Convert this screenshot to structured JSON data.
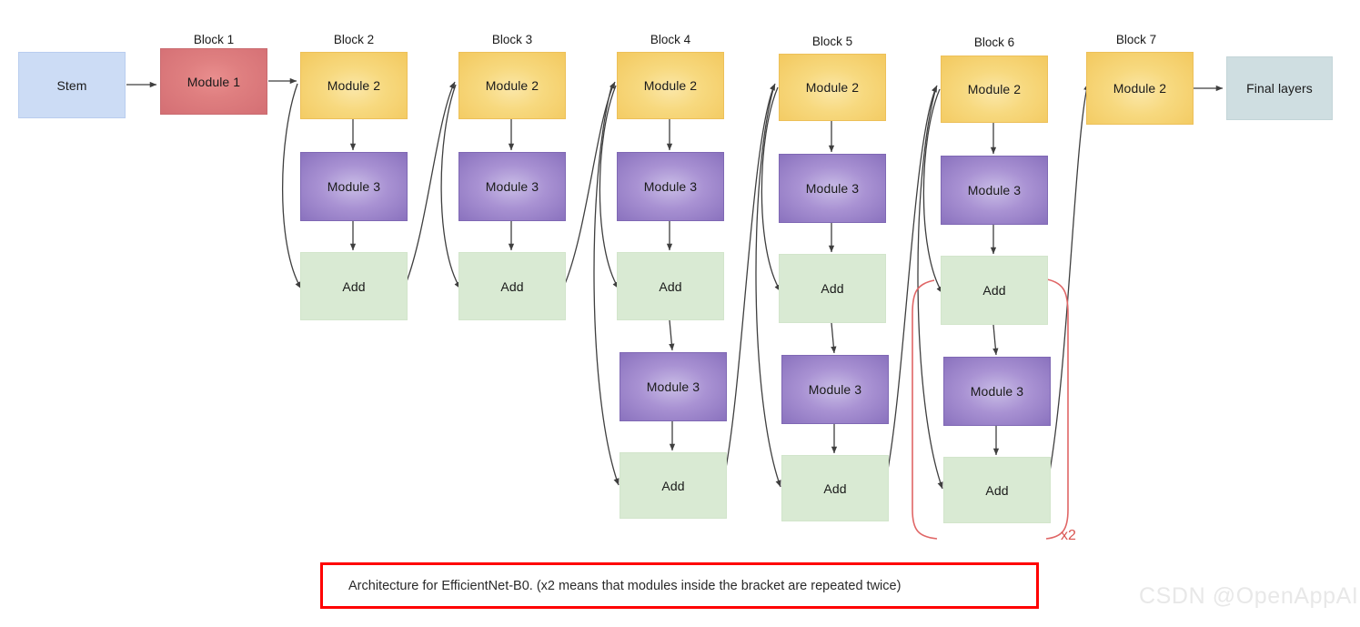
{
  "diagram": {
    "title": "EfficientNet-B0 architecture diagram",
    "caption": "Architecture for EfficientNet-B0. (x2 means that modules inside the bracket are repeated twice)",
    "repeat_label": "x2",
    "watermark": "CSDN @OpenAppAI",
    "colors": {
      "stem": "#ccdcf5",
      "module1": "#df7f80",
      "module2": "#f7d97f",
      "module3": "#a992d3",
      "add": "#d9ead3",
      "final": "#cfdee1",
      "bracket": "#e06666",
      "caption_border": "#ff0000",
      "edge": "#3f3f3f"
    },
    "entry": {
      "label": "Stem"
    },
    "exit": {
      "label": "Final layers"
    },
    "block_labels": [
      "Block 1",
      "Block 2",
      "Block 3",
      "Block 4",
      "Block 5",
      "Block 6",
      "Block 7"
    ],
    "node_labels": {
      "module1": "Module 1",
      "module2": "Module 2",
      "module3": "Module 3",
      "add": "Add"
    },
    "blocks": [
      {
        "name": "Block 1",
        "nodes": [
          "Module 1"
        ],
        "repeats": 1
      },
      {
        "name": "Block 2",
        "nodes": [
          "Module 2",
          "Module 3",
          "Add"
        ],
        "repeats": 1
      },
      {
        "name": "Block 3",
        "nodes": [
          "Module 2",
          "Module 3",
          "Add"
        ],
        "repeats": 1
      },
      {
        "name": "Block 4",
        "nodes": [
          "Module 2",
          "Module 3",
          "Add",
          "Module 3",
          "Add"
        ],
        "repeats": 1
      },
      {
        "name": "Block 5",
        "nodes": [
          "Module 2",
          "Module 3",
          "Add",
          "Module 3",
          "Add"
        ],
        "repeats": 1
      },
      {
        "name": "Block 6",
        "nodes": [
          "Module 2",
          "Module 3",
          "Add",
          "Module 3",
          "Add"
        ],
        "repeats": 2
      },
      {
        "name": "Block 7",
        "nodes": [
          "Module 2"
        ],
        "repeats": 1
      }
    ]
  }
}
